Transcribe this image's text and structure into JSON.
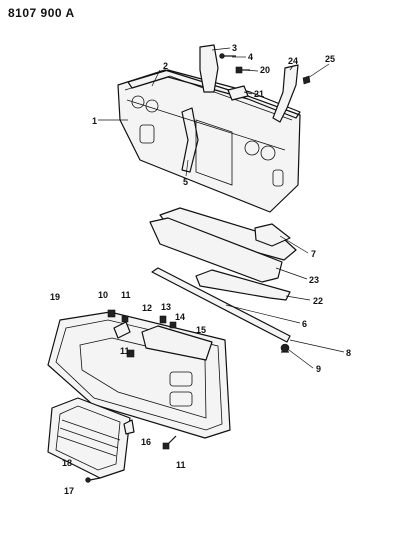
{
  "document_code": "8107 900 A",
  "callouts": {
    "c1": "1",
    "c2": "2",
    "c3": "3",
    "c4": "4",
    "c5": "5",
    "c6": "6",
    "c7": "7",
    "c8": "8",
    "c9": "9",
    "c10": "10",
    "c11a": "11",
    "c11b": "11",
    "c11c": "11",
    "c12": "12",
    "c13": "13",
    "c14": "14",
    "c15": "15",
    "c16": "16",
    "c17": "17",
    "c18": "18",
    "c19": "19",
    "c20": "20",
    "c21": "21",
    "c22": "22",
    "c23": "23",
    "c24": "24",
    "c25": "25"
  }
}
